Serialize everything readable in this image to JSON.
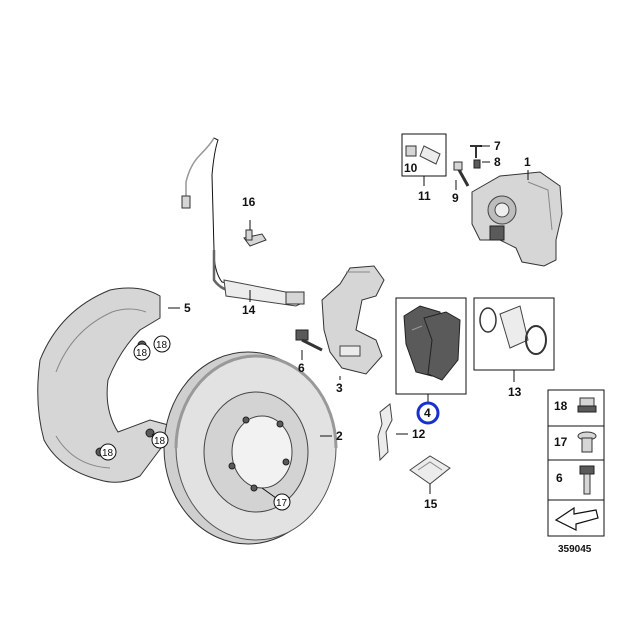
{
  "labels": {
    "p1": "1",
    "p2": "2",
    "p3": "3",
    "p4": "4",
    "p5": "5",
    "p6": "6",
    "p7": "7",
    "p8": "8",
    "p9": "9",
    "p10": "10",
    "p11": "11",
    "p12": "12",
    "p13": "13",
    "p14": "14",
    "p15": "15",
    "p16": "16",
    "c17": "17",
    "c18a": "18",
    "c18b": "18",
    "c18c": "18",
    "c18d": "18",
    "k18": "18",
    "k17": "17",
    "k6": "6"
  },
  "diagram_number": "359045",
  "colors": {
    "highlight": "#1a2fd0"
  }
}
